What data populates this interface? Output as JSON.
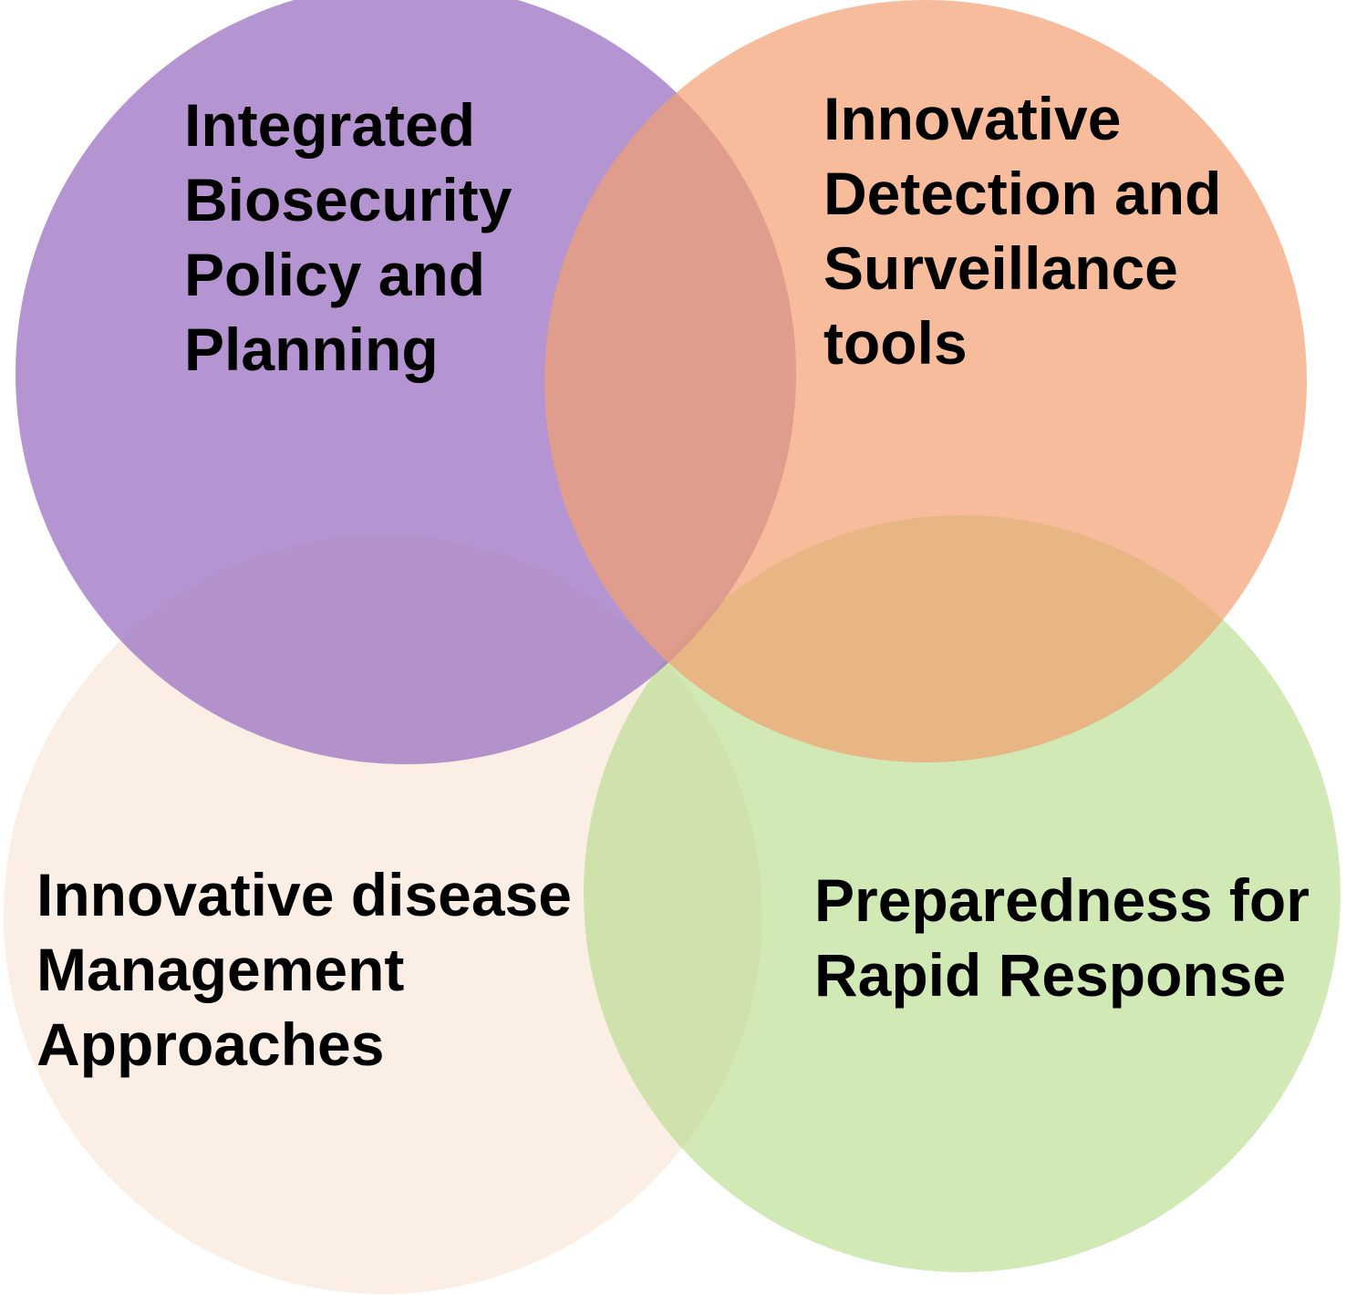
{
  "venn": {
    "circles": [
      {
        "id": "biosecurity-policy",
        "color": "#9b72c1",
        "lines": [
          "Integrated",
          "Biosecurity",
          "Policy and",
          "Planning"
        ]
      },
      {
        "id": "detection-surveillance",
        "color": "#f2a070",
        "lines": [
          "Innovative",
          "Detection and",
          "Surveillance",
          "tools"
        ]
      },
      {
        "id": "disease-management",
        "color": "#f8e0d0",
        "lines": [
          "Innovative disease",
          "Management",
          "Approaches"
        ]
      },
      {
        "id": "rapid-response",
        "color": "#b2db84",
        "lines": [
          "Preparedness for",
          "Rapid Response"
        ]
      }
    ]
  }
}
